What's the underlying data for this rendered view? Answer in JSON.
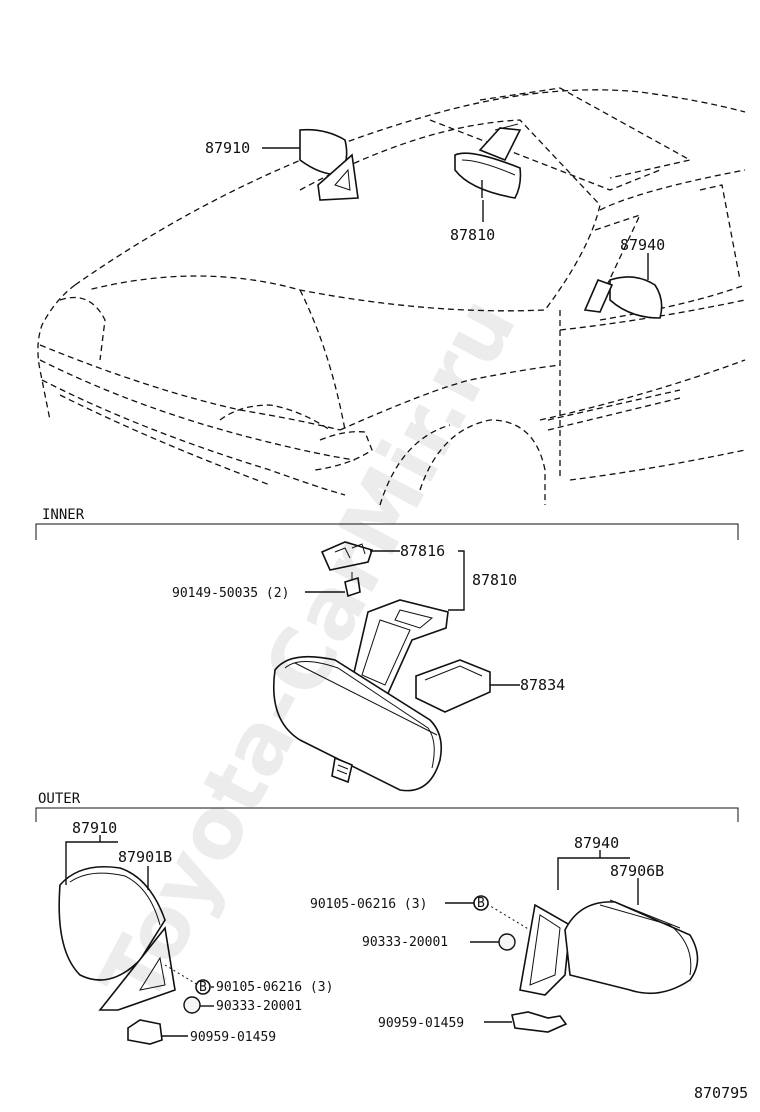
{
  "sections": {
    "inner": "INNER",
    "outer": "OUTER"
  },
  "diagram_code": "870795",
  "watermark": "Toyota-CarMir.ru",
  "callouts": {
    "top_outer_left": "87910",
    "top_inner": "87810",
    "top_outer_right": "87940",
    "inner_bracket": "87816",
    "inner_mirror": "87810",
    "inner_screw": "90149-50035 (2)",
    "inner_cover": "87834",
    "outer_left_assy": "87910",
    "outer_left_glass": "87901B",
    "outer_left_screw": "90105-06216 (3)",
    "outer_left_plug": "90333-20001",
    "outer_left_clip": "90959-01459",
    "outer_right_assy": "87940",
    "outer_right_glass": "87906B",
    "outer_right_screw": "90105-06216 (3)",
    "outer_right_plug": "90333-20001",
    "outer_right_clip": "90959-01459"
  },
  "screw_marker": "B"
}
